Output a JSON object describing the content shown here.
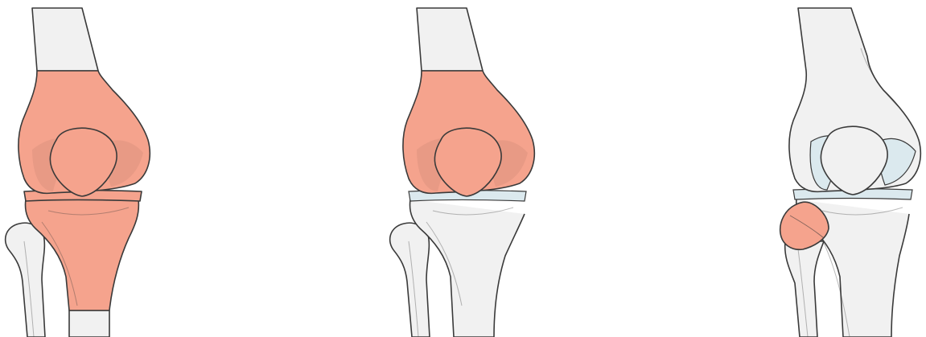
{
  "colors": {
    "bone": "#f1f1f1",
    "outline": "#3a3a3a",
    "highlight": "#f5a38d",
    "cartilage": "#dbe9ee"
  },
  "panels": [
    {
      "name": "knee-left",
      "highlighted": [
        "femur-lower",
        "tibia-upper"
      ]
    },
    {
      "name": "knee-middle",
      "highlighted": [
        "femur-lower"
      ]
    },
    {
      "name": "knee-right",
      "highlighted": [
        "fibula-head"
      ]
    }
  ]
}
